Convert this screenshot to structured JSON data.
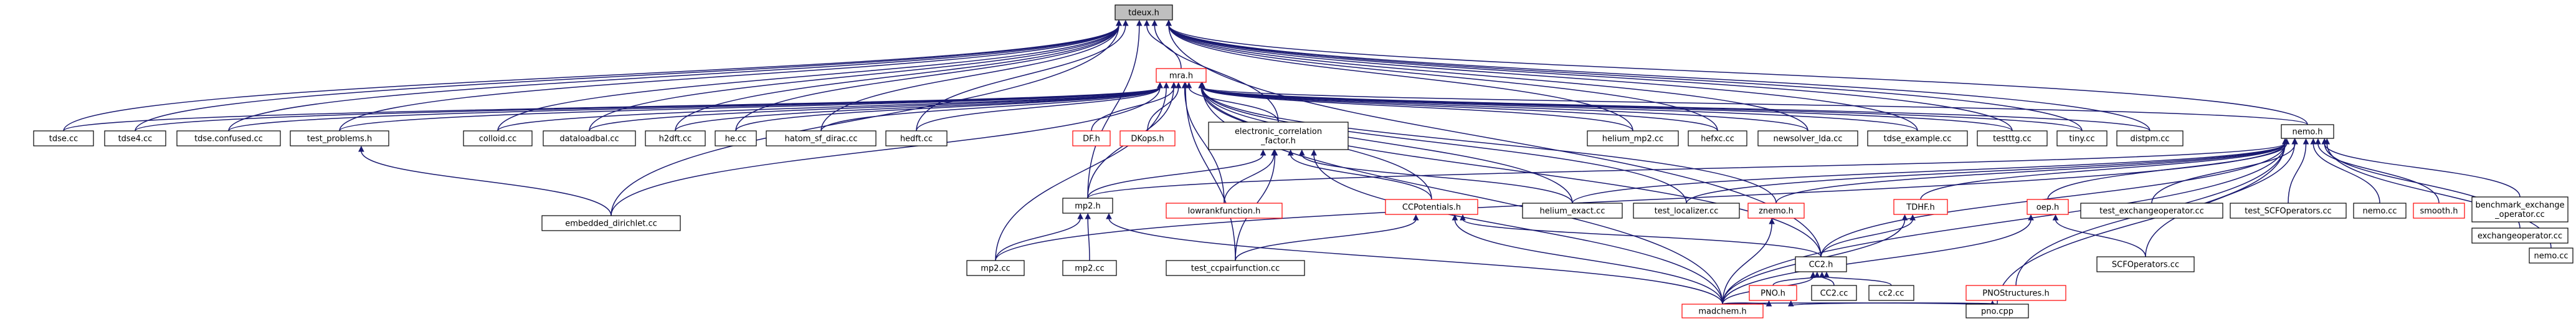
{
  "graph": {
    "direction": "included-by",
    "colors": {
      "edge": "#191970",
      "node_border": "#000000",
      "node_border_missing_doc": "#ff0000",
      "focus_fill": "#bfbfbf"
    },
    "nodes": [
      {
        "id": "tdeux_h",
        "lines": [
          "tdeux.h"
        ],
        "style": "focus"
      },
      {
        "id": "mra_h",
        "lines": [
          "mra.h"
        ],
        "style": "red"
      },
      {
        "id": "tdse_cc",
        "lines": [
          "tdse.cc"
        ],
        "style": "normal"
      },
      {
        "id": "tdse4_cc",
        "lines": [
          "tdse4.cc"
        ],
        "style": "normal"
      },
      {
        "id": "tdse_confused_cc",
        "lines": [
          "tdse.confused.cc"
        ],
        "style": "normal"
      },
      {
        "id": "test_problems_h",
        "lines": [
          "test_problems.h"
        ],
        "style": "normal"
      },
      {
        "id": "colloid_cc",
        "lines": [
          "colloid.cc"
        ],
        "style": "normal"
      },
      {
        "id": "dataloadbal_cc",
        "lines": [
          "dataloadbal.cc"
        ],
        "style": "normal"
      },
      {
        "id": "h2dft_cc",
        "lines": [
          "h2dft.cc"
        ],
        "style": "normal"
      },
      {
        "id": "he_cc",
        "lines": [
          "he.cc"
        ],
        "style": "normal"
      },
      {
        "id": "hatom_sf_dirac_cc",
        "lines": [
          "hatom_sf_dirac.cc"
        ],
        "style": "normal"
      },
      {
        "id": "hedft_cc",
        "lines": [
          "hedft.cc"
        ],
        "style": "normal"
      },
      {
        "id": "df_h",
        "lines": [
          "DF.h"
        ],
        "style": "red"
      },
      {
        "id": "dkops_h",
        "lines": [
          "DKops.h"
        ],
        "style": "red"
      },
      {
        "id": "ecf_h",
        "lines": [
          "electronic_correlation",
          "_factor.h"
        ],
        "style": "normal"
      },
      {
        "id": "helium_mp2_cc",
        "lines": [
          "helium_mp2.cc"
        ],
        "style": "normal"
      },
      {
        "id": "hefxc_cc",
        "lines": [
          "hefxc.cc"
        ],
        "style": "normal"
      },
      {
        "id": "newsolver_lda_cc",
        "lines": [
          "newsolver_lda.cc"
        ],
        "style": "normal"
      },
      {
        "id": "tdse_example_cc",
        "lines": [
          "tdse_example.cc"
        ],
        "style": "normal"
      },
      {
        "id": "testttg_cc",
        "lines": [
          "testttg.cc"
        ],
        "style": "normal"
      },
      {
        "id": "tiny_cc",
        "lines": [
          "tiny.cc"
        ],
        "style": "normal"
      },
      {
        "id": "distpm_cc",
        "lines": [
          "distpm.cc"
        ],
        "style": "normal"
      },
      {
        "id": "nemo_h",
        "lines": [
          "nemo.h"
        ],
        "style": "normal"
      },
      {
        "id": "embedded_dirichlet_cc",
        "lines": [
          "embedded_dirichlet.cc"
        ],
        "style": "normal"
      },
      {
        "id": "mp2_h",
        "lines": [
          "mp2.h"
        ],
        "style": "normal"
      },
      {
        "id": "lowrankfunction_h",
        "lines": [
          "lowrankfunction.h"
        ],
        "style": "red"
      },
      {
        "id": "ccpotentials_h",
        "lines": [
          "CCPotentials.h"
        ],
        "style": "red"
      },
      {
        "id": "helium_exact_cc",
        "lines": [
          "helium_exact.cc"
        ],
        "style": "normal"
      },
      {
        "id": "test_localizer_cc",
        "lines": [
          "test_localizer.cc"
        ],
        "style": "normal"
      },
      {
        "id": "znemo_h",
        "lines": [
          "znemo.h"
        ],
        "style": "red"
      },
      {
        "id": "tdhf_h",
        "lines": [
          "TDHF.h"
        ],
        "style": "red"
      },
      {
        "id": "oep_h",
        "lines": [
          "oep.h"
        ],
        "style": "red"
      },
      {
        "id": "test_exchangeoperator_cc",
        "lines": [
          "test_exchangeoperator.cc"
        ],
        "style": "normal"
      },
      {
        "id": "test_scfoperators_cc",
        "lines": [
          "test_SCFOperators.cc"
        ],
        "style": "normal"
      },
      {
        "id": "nemo_cc",
        "lines": [
          "nemo.cc"
        ],
        "style": "normal"
      },
      {
        "id": "smooth_h",
        "lines": [
          "smooth.h"
        ],
        "style": "red"
      },
      {
        "id": "benchmark_exchange_cc",
        "lines": [
          "benchmark_exchange",
          "_operator.cc"
        ],
        "style": "normal"
      },
      {
        "id": "exchangeoperator_cc",
        "lines": [
          "exchangeoperator.cc"
        ],
        "style": "normal"
      },
      {
        "id": "nemo_cc2",
        "lines": [
          "nemo.cc"
        ],
        "style": "normal"
      },
      {
        "id": "mp2_cc_a",
        "lines": [
          "mp2.cc"
        ],
        "style": "normal"
      },
      {
        "id": "mp2_cc_b",
        "lines": [
          "mp2.cc"
        ],
        "style": "normal"
      },
      {
        "id": "test_ccpairfunction_cc",
        "lines": [
          "test_ccpairfunction.cc"
        ],
        "style": "normal"
      },
      {
        "id": "cc2_h",
        "lines": [
          "CC2.h"
        ],
        "style": "normal"
      },
      {
        "id": "scfoperators_cc",
        "lines": [
          "SCFOperators.cc"
        ],
        "style": "normal"
      },
      {
        "id": "pno_h",
        "lines": [
          "PNO.h"
        ],
        "style": "red"
      },
      {
        "id": "cc2_cc",
        "lines": [
          "CC2.cc"
        ],
        "style": "normal"
      },
      {
        "id": "cc2_cc_lower",
        "lines": [
          "cc2.cc"
        ],
        "style": "normal"
      },
      {
        "id": "pnostructures_h",
        "lines": [
          "PNOStructures.h"
        ],
        "style": "red"
      },
      {
        "id": "madchem_h",
        "lines": [
          "madchem.h"
        ],
        "style": "red"
      },
      {
        "id": "pno_cpp",
        "lines": [
          "pno.cpp"
        ],
        "style": "normal"
      }
    ],
    "edges": [
      [
        "mra_h",
        "tdeux_h"
      ],
      [
        "tdse_cc",
        "tdeux_h"
      ],
      [
        "tdse4_cc",
        "tdeux_h"
      ],
      [
        "tdse_confused_cc",
        "tdeux_h"
      ],
      [
        "test_problems_h",
        "tdeux_h"
      ],
      [
        "colloid_cc",
        "tdeux_h"
      ],
      [
        "dataloadbal_cc",
        "tdeux_h"
      ],
      [
        "h2dft_cc",
        "tdeux_h"
      ],
      [
        "he_cc",
        "tdeux_h"
      ],
      [
        "hatom_sf_dirac_cc",
        "tdeux_h"
      ],
      [
        "hedft_cc",
        "tdeux_h"
      ],
      [
        "ecf_h",
        "tdeux_h"
      ],
      [
        "helium_mp2_cc",
        "tdeux_h"
      ],
      [
        "hefxc_cc",
        "tdeux_h"
      ],
      [
        "newsolver_lda_cc",
        "tdeux_h"
      ],
      [
        "tdse_example_cc",
        "tdeux_h"
      ],
      [
        "testttg_cc",
        "tdeux_h"
      ],
      [
        "tiny_cc",
        "tdeux_h"
      ],
      [
        "distpm_cc",
        "tdeux_h"
      ],
      [
        "nemo_h",
        "tdeux_h"
      ],
      [
        "embedded_dirichlet_cc",
        "tdeux_h"
      ],
      [
        "mp2_h",
        "tdeux_h"
      ],
      [
        "cc2_h",
        "tdeux_h"
      ],
      [
        "tdse_cc",
        "mra_h"
      ],
      [
        "tdse4_cc",
        "mra_h"
      ],
      [
        "tdse_confused_cc",
        "mra_h"
      ],
      [
        "test_problems_h",
        "mra_h"
      ],
      [
        "colloid_cc",
        "mra_h"
      ],
      [
        "dataloadbal_cc",
        "mra_h"
      ],
      [
        "h2dft_cc",
        "mra_h"
      ],
      [
        "he_cc",
        "mra_h"
      ],
      [
        "hatom_sf_dirac_cc",
        "mra_h"
      ],
      [
        "hedft_cc",
        "mra_h"
      ],
      [
        "df_h",
        "mra_h"
      ],
      [
        "dkops_h",
        "mra_h"
      ],
      [
        "ecf_h",
        "mra_h"
      ],
      [
        "helium_mp2_cc",
        "mra_h"
      ],
      [
        "hefxc_cc",
        "mra_h"
      ],
      [
        "newsolver_lda_cc",
        "mra_h"
      ],
      [
        "tdse_example_cc",
        "mra_h"
      ],
      [
        "testttg_cc",
        "mra_h"
      ],
      [
        "tiny_cc",
        "mra_h"
      ],
      [
        "distpm_cc",
        "mra_h"
      ],
      [
        "nemo_h",
        "mra_h"
      ],
      [
        "embedded_dirichlet_cc",
        "mra_h"
      ],
      [
        "mp2_h",
        "mra_h"
      ],
      [
        "lowrankfunction_h",
        "mra_h"
      ],
      [
        "ccpotentials_h",
        "mra_h"
      ],
      [
        "helium_exact_cc",
        "mra_h"
      ],
      [
        "test_localizer_cc",
        "mra_h"
      ],
      [
        "znemo_h",
        "mra_h"
      ],
      [
        "mp2_cc_a",
        "mra_h"
      ],
      [
        "test_ccpairfunction_cc",
        "mra_h"
      ],
      [
        "cc2_h",
        "mra_h"
      ],
      [
        "madchem_h",
        "mra_h"
      ],
      [
        "embedded_dirichlet_cc",
        "test_problems_h"
      ],
      [
        "mp2_h",
        "ecf_h"
      ],
      [
        "lowrankfunction_h",
        "ecf_h"
      ],
      [
        "ccpotentials_h",
        "ecf_h"
      ],
      [
        "helium_exact_cc",
        "ecf_h"
      ],
      [
        "test_ccpairfunction_cc",
        "ecf_h"
      ],
      [
        "madchem_h",
        "ecf_h"
      ],
      [
        "mp2_h",
        "nemo_h"
      ],
      [
        "helium_exact_cc",
        "nemo_h"
      ],
      [
        "test_localizer_cc",
        "nemo_h"
      ],
      [
        "znemo_h",
        "nemo_h"
      ],
      [
        "tdhf_h",
        "nemo_h"
      ],
      [
        "oep_h",
        "nemo_h"
      ],
      [
        "test_exchangeoperator_cc",
        "nemo_h"
      ],
      [
        "test_scfoperators_cc",
        "nemo_h"
      ],
      [
        "nemo_cc",
        "nemo_h"
      ],
      [
        "smooth_h",
        "nemo_h"
      ],
      [
        "benchmark_exchange_cc",
        "nemo_h"
      ],
      [
        "exchangeoperator_cc",
        "nemo_h"
      ],
      [
        "nemo_cc2",
        "nemo_h"
      ],
      [
        "mp2_cc_a",
        "nemo_h"
      ],
      [
        "cc2_h",
        "nemo_h"
      ],
      [
        "scfoperators_cc",
        "nemo_h"
      ],
      [
        "pnostructures_h",
        "nemo_h"
      ],
      [
        "madchem_h",
        "nemo_h"
      ],
      [
        "pno_cpp",
        "nemo_h"
      ],
      [
        "mp2_cc_a",
        "mp2_h"
      ],
      [
        "mp2_cc_b",
        "mp2_h"
      ],
      [
        "madchem_h",
        "mp2_h"
      ],
      [
        "test_ccpairfunction_cc",
        "ccpotentials_h"
      ],
      [
        "cc2_h",
        "ccpotentials_h"
      ],
      [
        "madchem_h",
        "ccpotentials_h"
      ],
      [
        "madchem_h",
        "znemo_h"
      ],
      [
        "cc2_h",
        "tdhf_h"
      ],
      [
        "madchem_h",
        "tdhf_h"
      ],
      [
        "scfoperators_cc",
        "oep_h"
      ],
      [
        "madchem_h",
        "oep_h"
      ],
      [
        "pno_h",
        "cc2_h"
      ],
      [
        "cc2_cc",
        "cc2_h"
      ],
      [
        "cc2_cc_lower",
        "cc2_h"
      ],
      [
        "madchem_h",
        "cc2_h"
      ],
      [
        "madchem_h",
        "pno_h"
      ],
      [
        "pno_cpp",
        "pno_h"
      ],
      [
        "madchem_h",
        "pnostructures_h"
      ]
    ]
  }
}
